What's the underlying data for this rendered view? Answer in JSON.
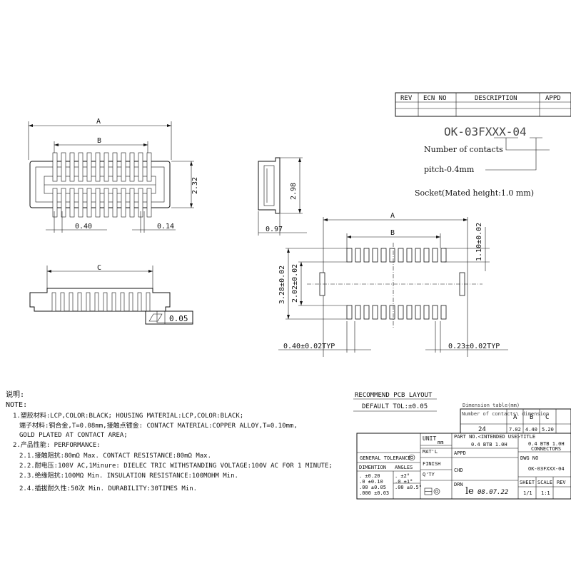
{
  "revision_table": {
    "headers": [
      "REV",
      "ECN NO",
      "DESCRIPTION",
      "APPD"
    ]
  },
  "part_code": "OK-03FXXX-04",
  "part_code_notes": {
    "contacts": "Number of contacts",
    "pitch": "pitch-0.4mm",
    "socket": "Socket(Mated height:1.0 mm)"
  },
  "dims": {
    "a": "A",
    "b": "B",
    "c": "C",
    "height": "2.32",
    "pitch": "0.40",
    "pin_w": "0.14",
    "side_h": "2.98",
    "side_w": "0.97",
    "flatness": "0.05",
    "pcb_a": "A",
    "pcb_b": "B",
    "pad_len": "1.10±0.02",
    "outer": "3.28±0.02",
    "inner": "2.02±0.02",
    "pad_pitch": "0.40±0.02TYP",
    "pad_w": "0.23±0.02TYP"
  },
  "notes": {
    "title_cn": "说明:",
    "title_en": "NOTE:",
    "lines": [
      "1.塑胶材料:LCP,COLOR:BLACK;  HOUSING MATERIAL:LCP,COLOR:BLACK;",
      "端子材料:铜合金,T=0.08mm,接触点镀金: CONTACT MATERIAL:COPPER ALLOY,T=0.10mm,",
      "GOLD PLATED AT CONTACT AREA;",
      "2.产品性能: PERFORMANCE:",
      "2.1.接触阻抗:80mΩ Max. CONTACT RESISTANCE:80mΩ Max.",
      "2.2.耐电压:100V AC,1Minure:  DIELEC TRIC WITHSTANDING VOLTAGE:100V AC FOR 1 MINUTE;",
      "2.3.绝缘阻抗:100MΩ Min.  INSULATION RESISTANCE:100MOHM Min.",
      "2.4.插拔耐久性:50次 Min.  DURABILITY:30TIMES Min."
    ]
  },
  "pcb_layout": {
    "title": "RECOMMEND PCB LAYOUT",
    "tolerance": "DEFAULT TOL:±0.05"
  },
  "dimension_table": {
    "caption": "Dimension table(mm)",
    "header_label": "Number of contacts\\ dimension",
    "headers": [
      "A",
      "B",
      "C"
    ],
    "rows": [
      {
        "contacts": "24",
        "values": [
          "7.02",
          "4.40",
          "5.20"
        ]
      }
    ]
  },
  "title_block": {
    "unit_label": "UNIT",
    "unit_value": "mm",
    "part_no_label": "PART NO.<INTENDED USE>",
    "part_no_value": "0.4 BTB 1.0H",
    "title_label": "TITLE",
    "title_value_1": "0.4 BTB 1.0H",
    "title_value_2": "CONNECTORS",
    "matl_label": "MAT'L",
    "appd_label": "APPD",
    "general_tolerance": "GENERAL TOLERANCE",
    "dwg_no_label": "DWG NO",
    "dwg_no_value": "OK-03FXXX-04",
    "finish_label": "FINISH",
    "chd_label": "CHD",
    "dimention_label": "DIMENTION",
    "angles_label": "ANGLES",
    "tol_lines": [
      ".  ±0.20",
      ".0  ±0.10",
      ".00  ±0.05",
      ".000 ±0.03"
    ],
    "angle_lines": [
      ".  ±2°",
      ".0  ±1°",
      ".00 ±0.5°"
    ],
    "qty_label": "Q'TY",
    "drn_label": "DRN",
    "drn_name": "le",
    "drn_date": "08.07.22",
    "sheet_label": "SHEET",
    "sheet_value": "1/1",
    "scale_label": "SCALE",
    "scale_value": "1:1",
    "rev_label": "REV"
  }
}
